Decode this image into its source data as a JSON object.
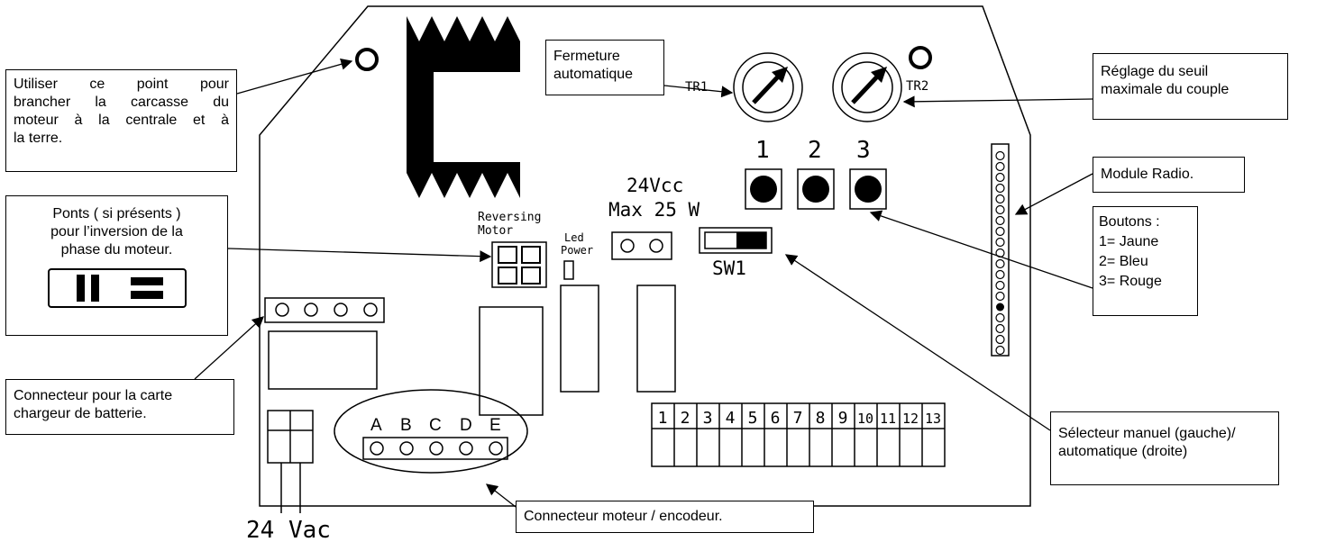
{
  "callouts": {
    "ground": [
      "Utiliser ce point pour",
      "brancher la carcasse du",
      "moteur à la centrale et à",
      "la terre."
    ],
    "ponts": [
      "Ponts ( si présents )",
      "pour l’inversion de la",
      "phase du moteur."
    ],
    "charger": [
      "Connecteur pour la carte",
      "chargeur de batterie."
    ],
    "motor_connector": "Connecteur moteur / encodeur.",
    "fermeture": [
      "Fermeture",
      "automatique"
    ],
    "reglage": [
      "Réglage du seuil",
      "maximale du couple"
    ],
    "radio": "Module Radio.",
    "boutons": [
      "Boutons :",
      "1= Jaune",
      "2= Bleu",
      "3= Rouge"
    ],
    "selecteur": [
      "Sélecteur manuel (gauche)/",
      "automatique (droite)"
    ]
  },
  "board": {
    "tr1": "TR1",
    "tr2": "TR2",
    "button_numbers": [
      "1",
      "2",
      "3"
    ],
    "power_line1": "24Vcc",
    "power_line2": "Max 25 W",
    "reversing_line1": "Reversing",
    "reversing_line2": "Motor",
    "led_line1": "Led",
    "led_line2": "Power",
    "sw1": "SW1",
    "abcde": [
      "A",
      "B",
      "C",
      "D",
      "E"
    ],
    "terminals": [
      "1",
      "2",
      "3",
      "4",
      "5",
      "6",
      "7",
      "8",
      "9",
      "10",
      "11",
      "12",
      "13"
    ],
    "vac": "24 Vac"
  }
}
